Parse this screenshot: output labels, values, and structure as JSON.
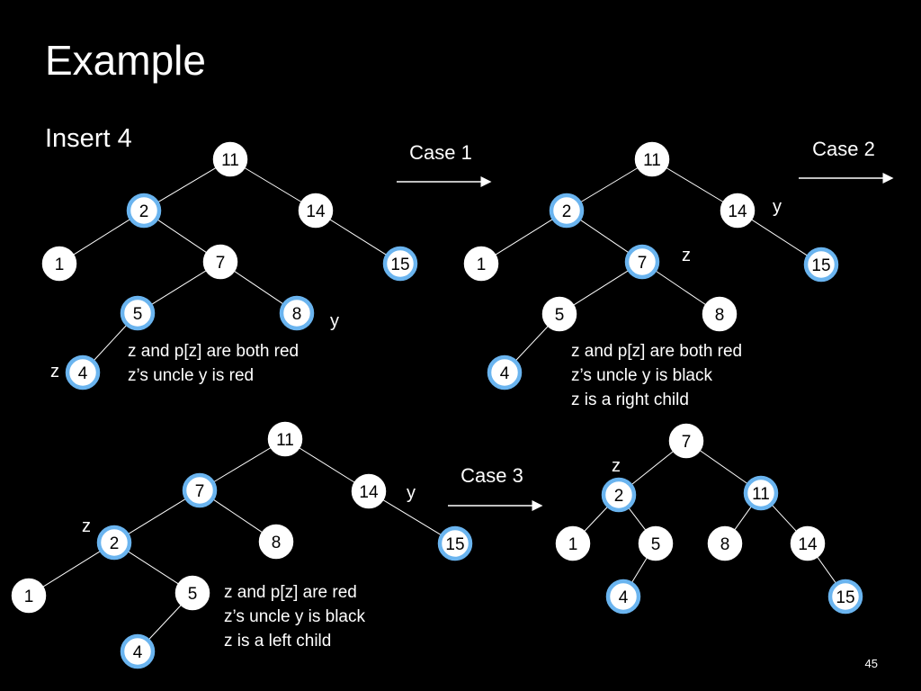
{
  "title": "Example",
  "subtitle": "Insert 4",
  "page_number": "45",
  "colors": {
    "background": "#000000",
    "red_node": "#6ab4ef",
    "black_node": "#ffffff",
    "text": "#ffffff"
  },
  "legend": {
    "red_nodes_ring_color": "#6ab4ef",
    "black_nodes_ring_color": "#ffffff"
  },
  "steps": [
    {
      "id": "step1",
      "nodes": [
        {
          "key": "11",
          "red": false
        },
        {
          "key": "2",
          "red": true
        },
        {
          "key": "14",
          "red": false
        },
        {
          "key": "1",
          "red": false
        },
        {
          "key": "7",
          "red": false
        },
        {
          "key": "15",
          "red": true
        },
        {
          "key": "5",
          "red": true
        },
        {
          "key": "8",
          "red": true
        },
        {
          "key": "4",
          "red": true
        }
      ],
      "edges": [
        [
          "11",
          "2"
        ],
        [
          "11",
          "14"
        ],
        [
          "2",
          "1"
        ],
        [
          "2",
          "7"
        ],
        [
          "14",
          "15"
        ],
        [
          "7",
          "5"
        ],
        [
          "7",
          "8"
        ],
        [
          "5",
          "4"
        ]
      ],
      "labels": [
        {
          "text": "z",
          "node": "4"
        },
        {
          "text": "y",
          "node": "8"
        }
      ],
      "notes": [
        "z and p[z] are both red",
        "z’s uncle y is red"
      ]
    },
    {
      "id": "step2",
      "nodes": [
        {
          "key": "11",
          "red": false
        },
        {
          "key": "2",
          "red": true
        },
        {
          "key": "14",
          "red": false
        },
        {
          "key": "1",
          "red": false
        },
        {
          "key": "7",
          "red": true
        },
        {
          "key": "15",
          "red": true
        },
        {
          "key": "5",
          "red": false
        },
        {
          "key": "8",
          "red": false
        },
        {
          "key": "4",
          "red": true
        }
      ],
      "edges": [
        [
          "11",
          "2"
        ],
        [
          "11",
          "14"
        ],
        [
          "2",
          "1"
        ],
        [
          "2",
          "7"
        ],
        [
          "14",
          "15"
        ],
        [
          "7",
          "5"
        ],
        [
          "7",
          "8"
        ],
        [
          "5",
          "4"
        ]
      ],
      "labels": [
        {
          "text": "y",
          "node": "14"
        },
        {
          "text": "z",
          "node": "7"
        }
      ],
      "notes": [
        "z and p[z] are both red",
        "z’s uncle y is black",
        "z is a right child"
      ]
    },
    {
      "id": "step3",
      "nodes": [
        {
          "key": "11",
          "red": false
        },
        {
          "key": "7",
          "red": true
        },
        {
          "key": "14",
          "red": false
        },
        {
          "key": "2",
          "red": true
        },
        {
          "key": "8",
          "red": false
        },
        {
          "key": "15",
          "red": true
        },
        {
          "key": "1",
          "red": false
        },
        {
          "key": "5",
          "red": false
        },
        {
          "key": "4",
          "red": true
        }
      ],
      "edges": [
        [
          "11",
          "7"
        ],
        [
          "11",
          "14"
        ],
        [
          "7",
          "2"
        ],
        [
          "7",
          "8"
        ],
        [
          "14",
          "15"
        ],
        [
          "2",
          "1"
        ],
        [
          "2",
          "5"
        ],
        [
          "5",
          "4"
        ]
      ],
      "labels": [
        {
          "text": "y",
          "node": "14"
        },
        {
          "text": "z",
          "node": "2"
        }
      ],
      "notes": [
        "z and p[z] are red",
        "z’s uncle y is black",
        "z is a left child"
      ]
    },
    {
      "id": "step4",
      "nodes": [
        {
          "key": "7",
          "red": false
        },
        {
          "key": "2",
          "red": true
        },
        {
          "key": "11",
          "red": true
        },
        {
          "key": "1",
          "red": false
        },
        {
          "key": "5",
          "red": false
        },
        {
          "key": "8",
          "red": false
        },
        {
          "key": "14",
          "red": false
        },
        {
          "key": "4",
          "red": true
        },
        {
          "key": "15",
          "red": true
        }
      ],
      "edges": [
        [
          "7",
          "2"
        ],
        [
          "7",
          "11"
        ],
        [
          "2",
          "1"
        ],
        [
          "2",
          "5"
        ],
        [
          "11",
          "8"
        ],
        [
          "11",
          "14"
        ],
        [
          "5",
          "4"
        ],
        [
          "14",
          "15"
        ]
      ],
      "labels": [
        {
          "text": "z",
          "node": "2"
        }
      ],
      "notes": []
    }
  ],
  "transitions": [
    {
      "label": "Case 1"
    },
    {
      "label": "Case 2"
    },
    {
      "label": "Case 3"
    }
  ]
}
